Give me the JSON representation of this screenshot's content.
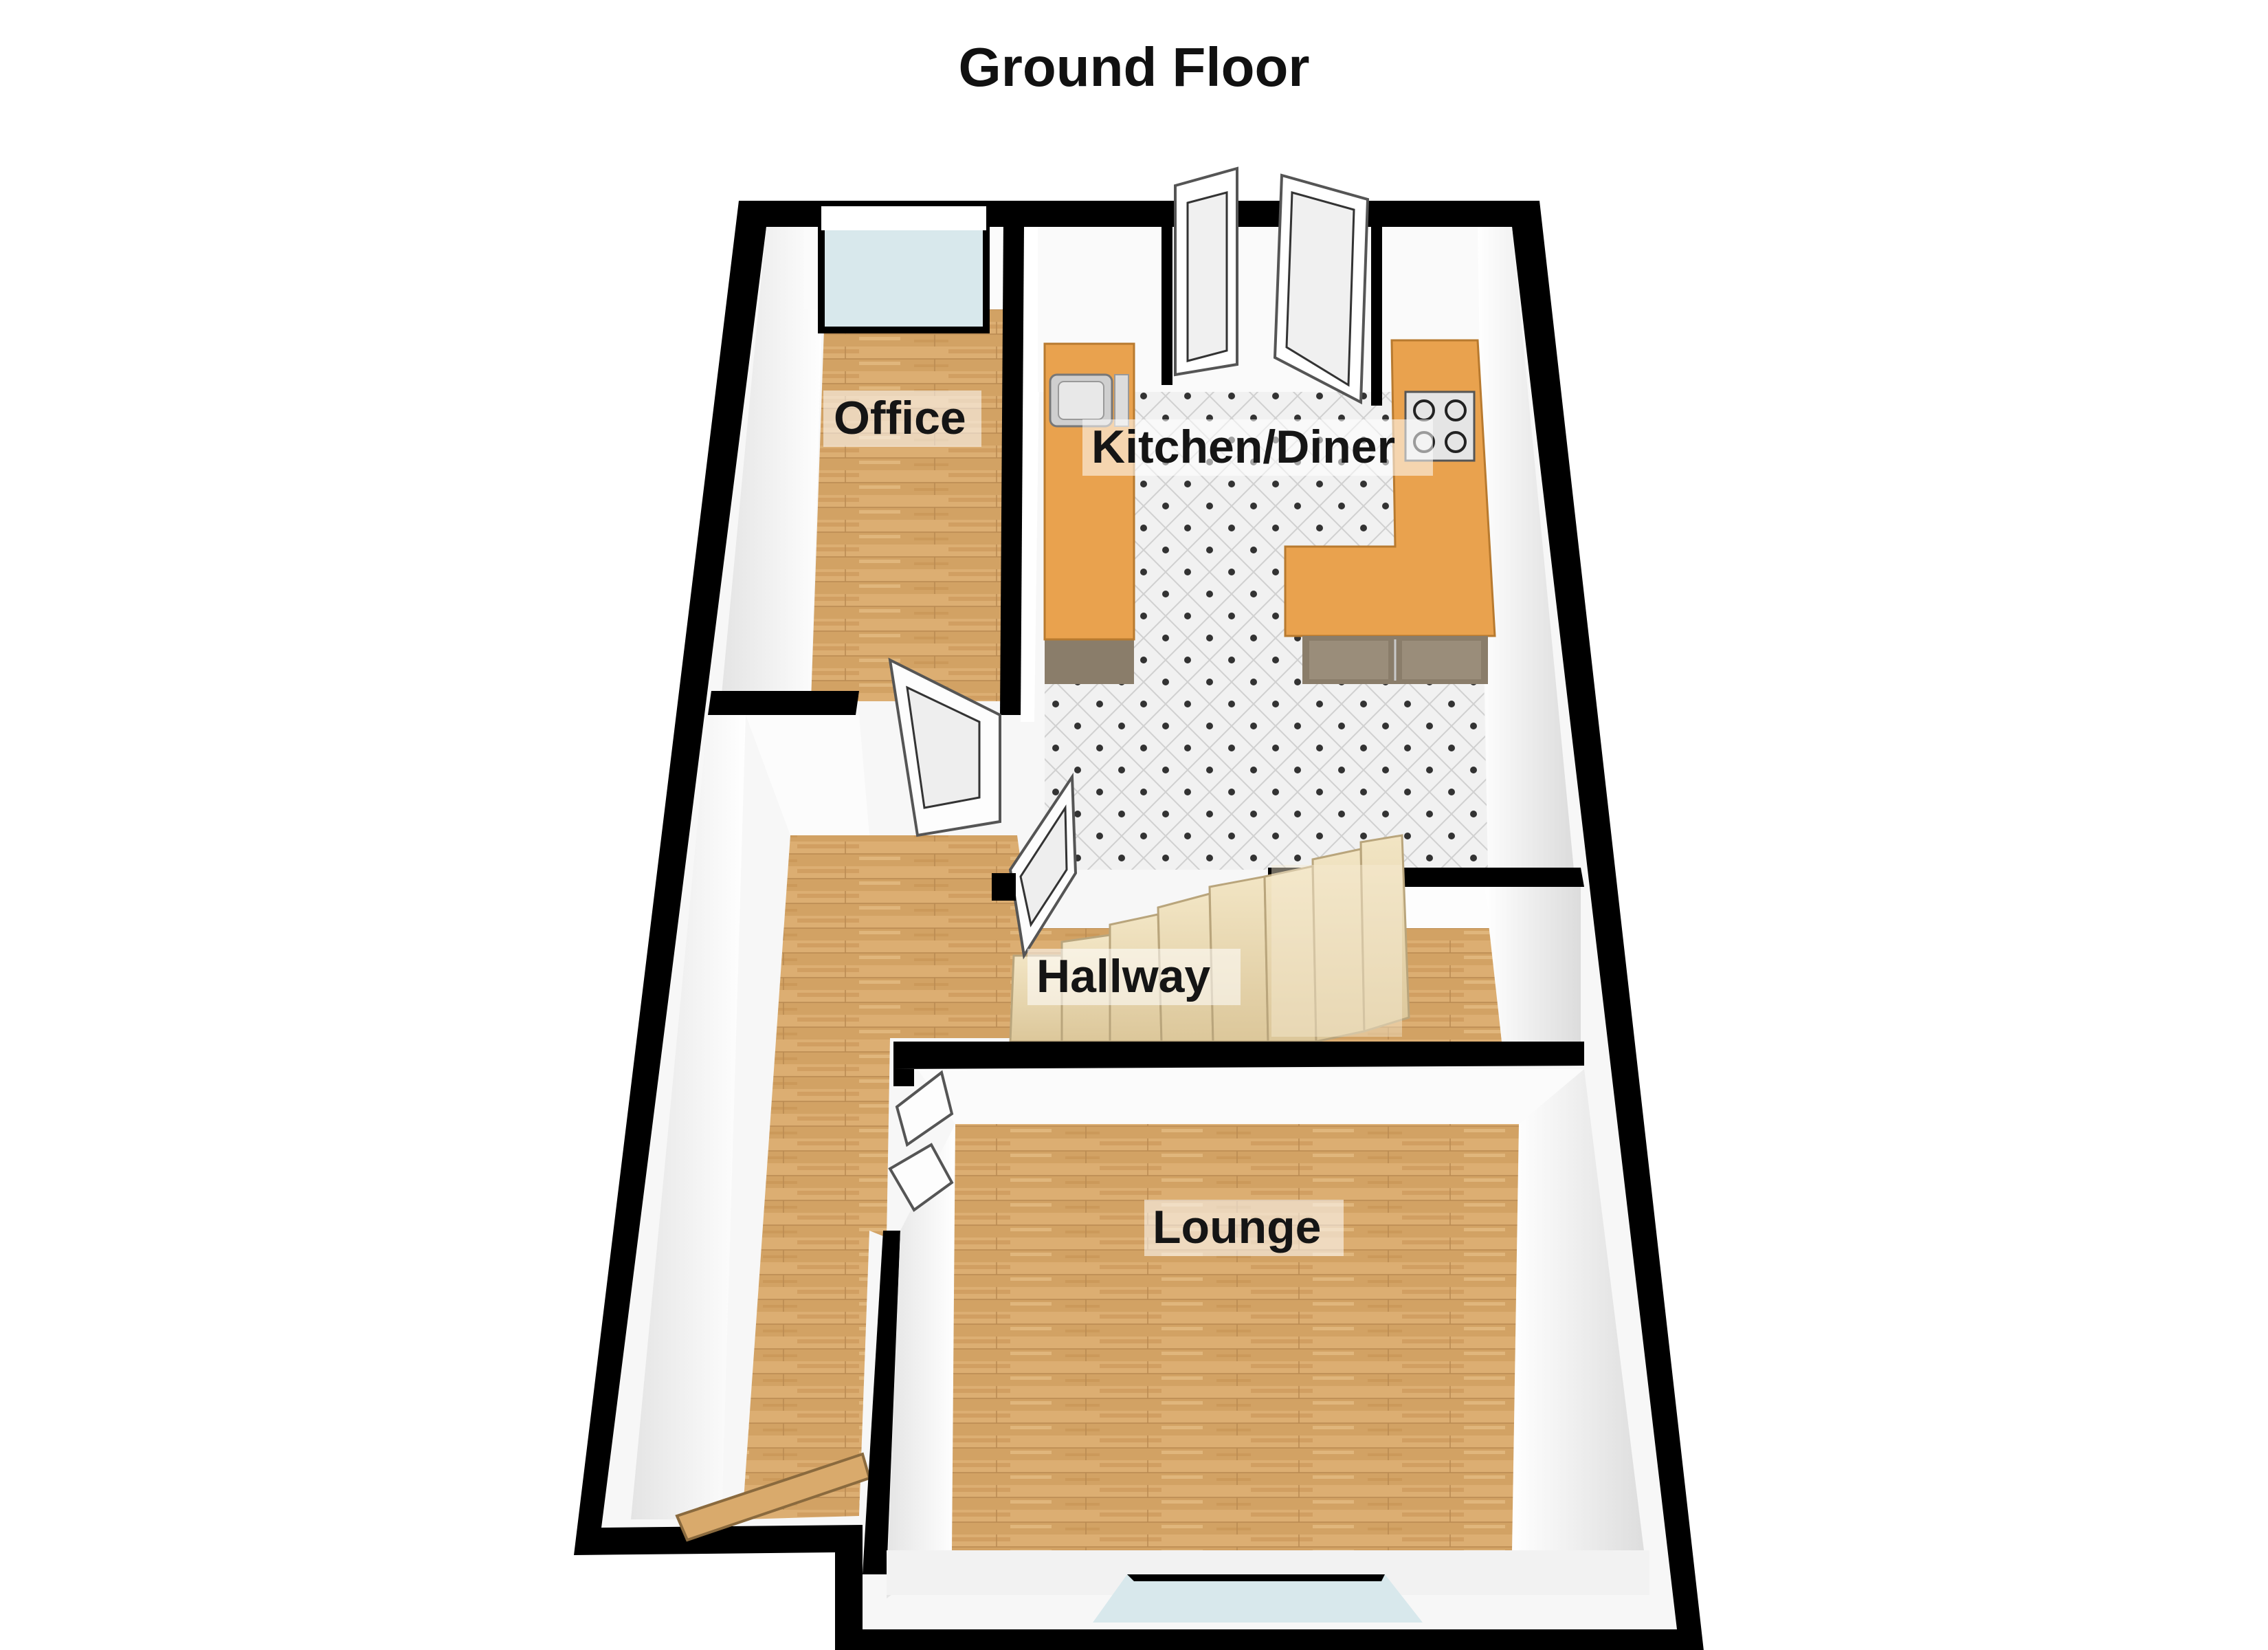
{
  "floor_title": "Ground Floor",
  "rooms": {
    "office": "Office",
    "kitchen": "Kitchen/Diner",
    "hallway": "Hallway",
    "lounge": "Lounge"
  },
  "colors": {
    "wall": "#000000",
    "wall_inner": "#f4f4f4",
    "wood_floor": "#d9aa6c",
    "tile_floor": "#f1f1f1",
    "tile_dot": "#333333",
    "worktop": "#e9a24e",
    "stair_tread": "#e8d4a8",
    "window_glass": "#d8e8ec"
  }
}
